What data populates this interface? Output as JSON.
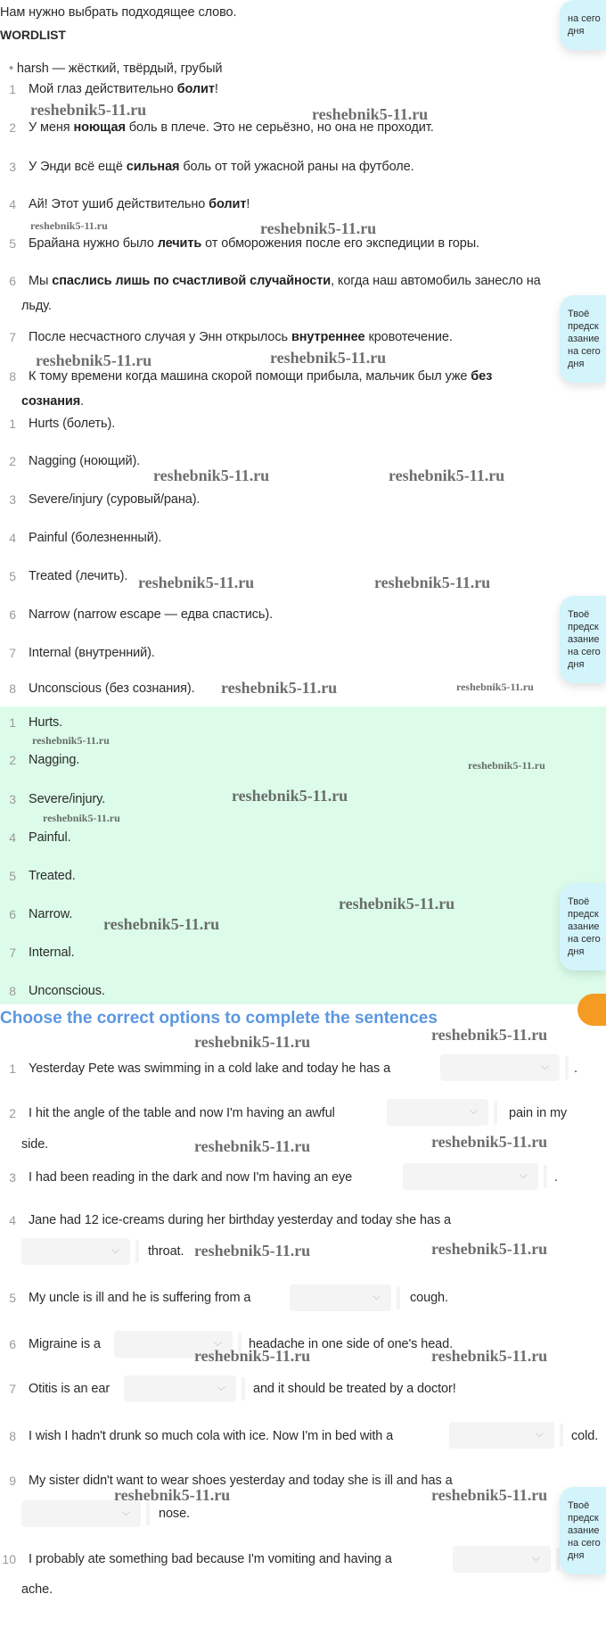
{
  "intro": "Нам нужно выбрать подходящее слово.",
  "wordlist_title": "WORDLIST",
  "wordlist_item": "harsh — жёсткий, твёрдый, грубый",
  "watermark": "reshebnik5-11.ru",
  "ru_sentences": [
    {
      "n": "1",
      "a": "Мой глаз действительно ",
      "b": "болит",
      "c": "!"
    },
    {
      "n": "2",
      "a": "У меня ",
      "b": "ноющая",
      "c": " боль в плече. Это не серьёзно, но она не проходит."
    },
    {
      "n": "3",
      "a": "У Энди всё ещё ",
      "b": "сильная",
      "c": " боль от той ужасной раны на футболе."
    },
    {
      "n": "4",
      "a": "Ай! Этот ушиб действительно ",
      "b": "болит",
      "c": "!"
    },
    {
      "n": "5",
      "a": "Брайана нужно было ",
      "b": "лечить",
      "c": " от обморожения после его экспедиции в горы."
    },
    {
      "n": "6",
      "a": "Мы ",
      "b": "спаслись лишь по счастливой случайности",
      "c": ", когда наш автомобиль занесло на",
      "d": "льду."
    },
    {
      "n": "7",
      "a": "После несчастного случая у Энн открылось ",
      "b": "внутреннее",
      "c": " кровотечение."
    },
    {
      "n": "8",
      "a": "К тому времени когда машина скорой помощи прибыла, мальчик был уже ",
      "b": "без",
      "d": "сознания",
      "e": "."
    }
  ],
  "en_translations": [
    {
      "n": "1",
      "t": "Hurts (болеть)."
    },
    {
      "n": "2",
      "t": "Nagging (ноющий)."
    },
    {
      "n": "3",
      "t": "Severe/injury (суровый/рана)."
    },
    {
      "n": "4",
      "t": "Painful (болезненный)."
    },
    {
      "n": "5",
      "t": "Treated (лечить)."
    },
    {
      "n": "6",
      "t": "Narrow (narrow escape — едва спастись)."
    },
    {
      "n": "7",
      "t": "Internal (внутренний)."
    },
    {
      "n": "8",
      "t": "Unconscious (без сознания)."
    }
  ],
  "answers": [
    {
      "n": "1",
      "t": "Hurts."
    },
    {
      "n": "2",
      "t": "Nagging."
    },
    {
      "n": "3",
      "t": "Severe/injury."
    },
    {
      "n": "4",
      "t": "Painful."
    },
    {
      "n": "5",
      "t": "Treated."
    },
    {
      "n": "6",
      "t": "Narrow."
    },
    {
      "n": "7",
      "t": "Internal."
    },
    {
      "n": "8",
      "t": "Unconscious."
    }
  ],
  "exercise": {
    "title": "Choose the correct options to complete the sentences",
    "items": [
      {
        "n": "1",
        "a": "Yesterday Pete was swimming in a cold lake and today he has a",
        "b": "."
      },
      {
        "n": "2",
        "a": "I hit the angle of the table and now I'm having an awful",
        "b": "pain in my",
        "c": "side."
      },
      {
        "n": "3",
        "a": "I had been reading in the dark and now I'm having an eye",
        "b": "."
      },
      {
        "n": "4",
        "a": "Jane had 12 ice-creams during her birthday yesterday and today she has a",
        "b": "throat."
      },
      {
        "n": "5",
        "a": "My uncle is ill and he is suffering from a",
        "b": "cough."
      },
      {
        "n": "6",
        "a": "Migraine is a",
        "b": "headache in one side of one's head."
      },
      {
        "n": "7",
        "a": "Otitis is an ear",
        "b": "and it should be treated by a doctor!"
      },
      {
        "n": "8",
        "a": "I wish I hadn't drunk so much cola with ice. Now I'm in bed with a",
        "b": "cold."
      },
      {
        "n": "9",
        "a": "My sister didn't want to wear shoes yesterday and today she is ill and has a",
        "b": "nose."
      },
      {
        "n": "10",
        "a": "I probably ate something bad because I'm vomiting and having a",
        "b": "ache."
      }
    ]
  },
  "bubble": {
    "l1": "Твоё",
    "l2": "предсказание",
    "l3": "на сегодня"
  },
  "colors": {
    "accent": "#5c97e0",
    "answers_bg": "#dcfce9",
    "bubble_bg": "#d3f4fb"
  }
}
